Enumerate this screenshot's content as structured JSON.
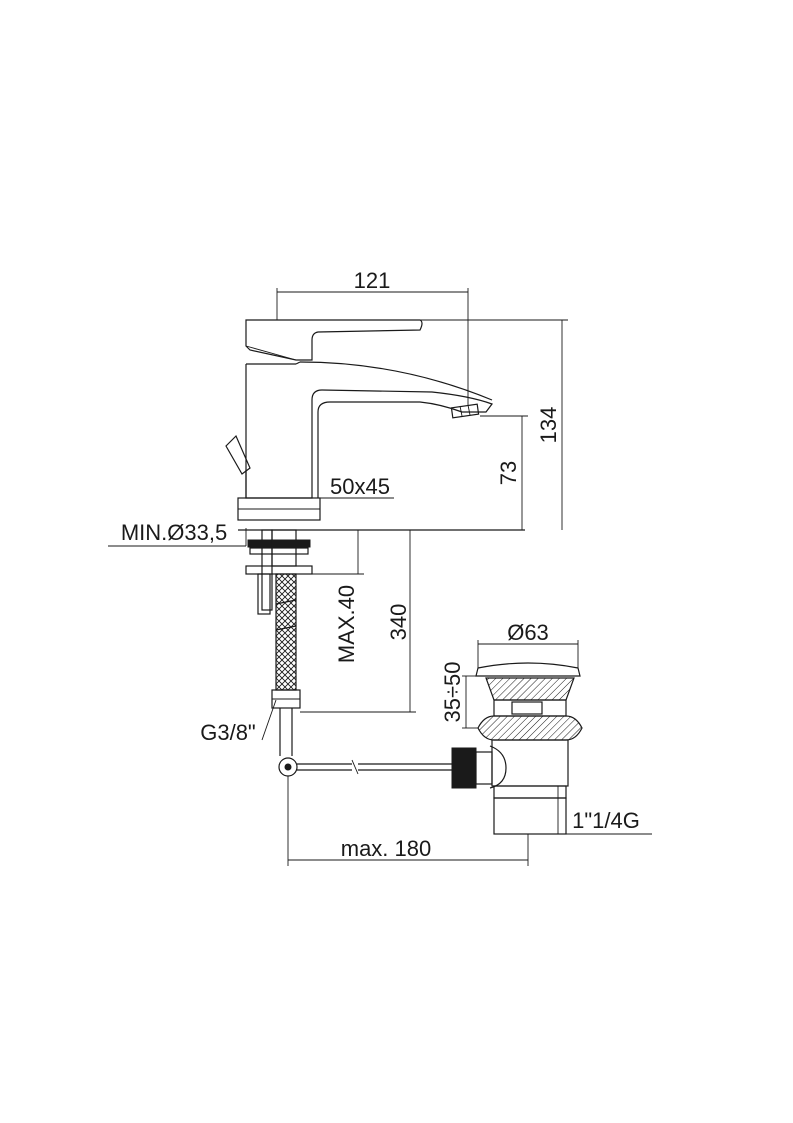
{
  "dimensions": {
    "spout_width": "121",
    "total_height": "134",
    "spout_height": "73",
    "base_size": "50x45",
    "hole_diameter": "MIN.Ø33,5",
    "deck_thickness": "MAX.40",
    "hose_length": "340",
    "hose_connection": "G3/8\"",
    "waste_cap_diameter": "Ø63",
    "waste_range": "35÷50",
    "waste_thread": "1\"1/4G",
    "rod_length": "max. 180"
  }
}
